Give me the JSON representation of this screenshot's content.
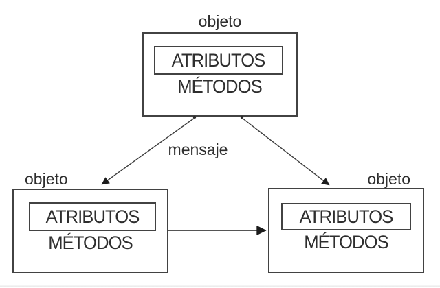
{
  "diagram": {
    "colors": {
      "background": "#ffffff",
      "line": "#3d3d3d",
      "text": "#2e2e2e",
      "arrowhead": "#1c1c1c"
    },
    "nodes": {
      "top": {
        "label": "objeto",
        "attributes": "ATRIBUTOS",
        "methods": "MÉTODOS"
      },
      "left": {
        "label": "objeto",
        "attributes": "ATRIBUTOS",
        "methods": "MÉTODOS"
      },
      "right": {
        "label": "objeto",
        "attributes": "ATRIBUTOS",
        "methods": "MÉTODOS"
      }
    },
    "edges": {
      "message_label": "mensaje"
    }
  }
}
